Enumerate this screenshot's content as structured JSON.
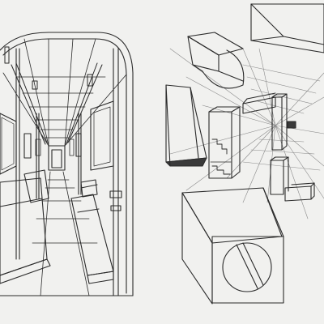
{
  "image": {
    "subject": "sheet-of-perspective-line-drawings",
    "left_drawing": "one-point-perspective-train-carriage-interior",
    "right_drawing": "one-point-perspective-floating-geometric-blocks"
  },
  "colors": {
    "paper": "#f1f1ef",
    "ink": "#2a2a2a",
    "construction_line": "#8a8a8a",
    "shadow_fill": "#3a3a3a"
  }
}
